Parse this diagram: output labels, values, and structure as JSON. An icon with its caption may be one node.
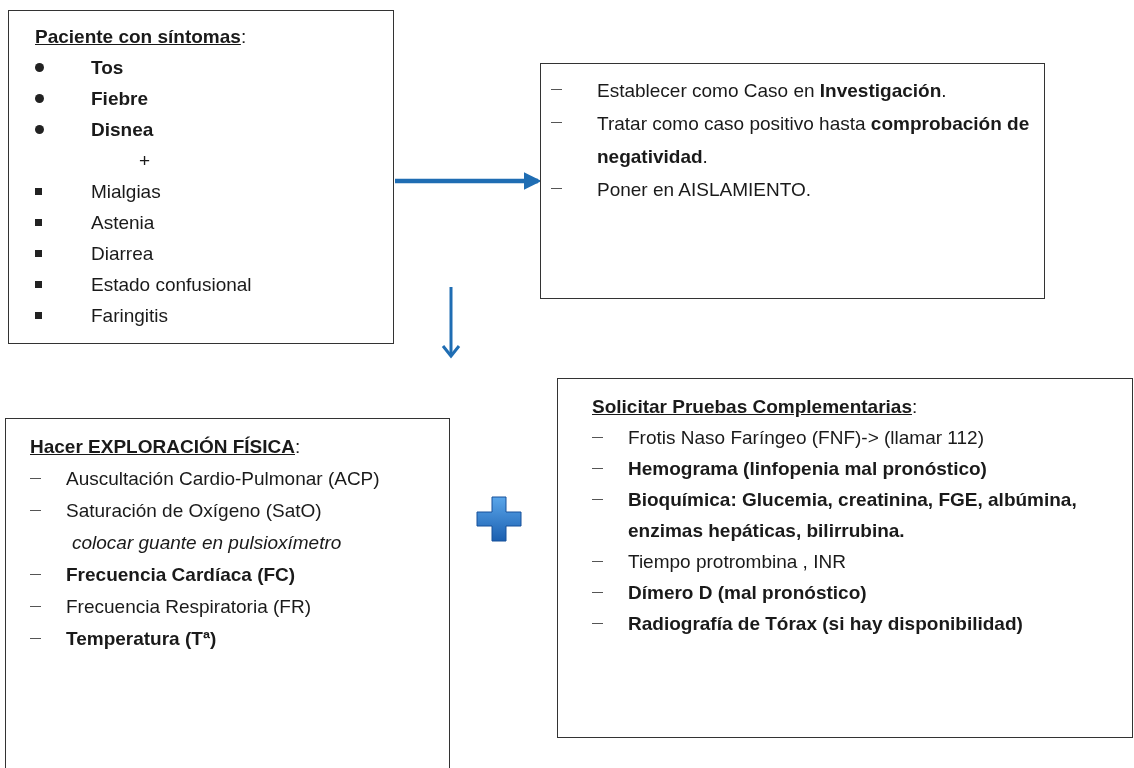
{
  "diagram": {
    "nodes": [
      {
        "text": [
          "**Paciente con síntomas**:",
          "Tos",
          "Fiebre",
          "Disnea",
          "+",
          "Mialgias",
          "Astenia",
          "Diarrea",
          "Estado confusional",
          "Faringitis"
        ]
      },
      {
        "text": [
          "Establecer como Caso en **Investigación**.",
          "Tratar como caso positivo hasta **comprobación de negatividad**.",
          "Poner en AISLAMIENTO."
        ]
      },
      {
        "text": [
          "**Hacer EXPLORACIÓN FÍSICA**:",
          "Auscultación Cardio-Pulmonar (ACP)",
          "Saturación de Oxígeno (SatO)",
          "colocar guante en pulsioxímetro",
          "Frecuencia Cardíaca (FC)",
          "Frecuencia Respiratoria (FR)",
          "Temperatura (Tª)"
        ]
      },
      {
        "text": [
          "**Solicitar Pruebas Complementarias**:",
          "Frotis Naso Faríngeo (FNF)-> (llamar 112)",
          "Hemograma (linfopenia mal pronóstico)",
          "Bioquímica: Glucemia, creatinina, FGE, albúmina, enzimas hepáticas, bilirrubina.",
          "Tiempo protrombina , INR",
          "Dímero D (mal pronóstico)",
          "Radiografía de Tórax (si hay disponibilidad)"
        ]
      }
    ],
    "edges": [
      {
        "from": 0,
        "to": 1,
        "arrow": "to"
      }
    ]
  }
}
